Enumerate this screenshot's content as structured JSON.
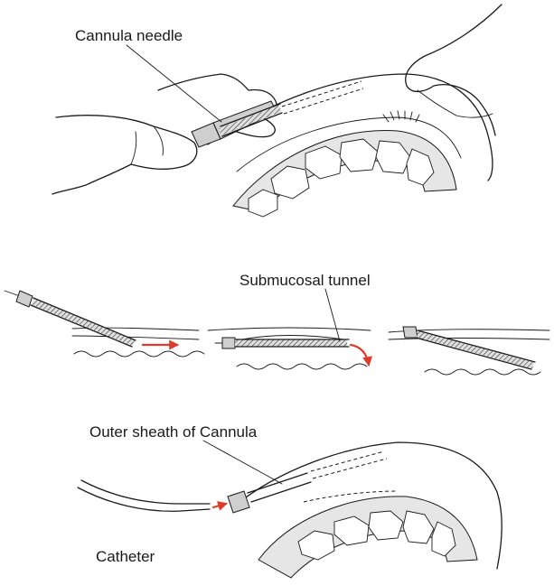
{
  "labels": {
    "cannula_needle": "Cannula needle",
    "submucosal_tunnel": "Submucosal tunnel",
    "outer_sheath": "Outer sheath of Cannula",
    "catheter": "Catheter"
  },
  "colors": {
    "ink": "#1a1a1a",
    "arrow": "#e03a2a",
    "bone_fill": "#e6e6e6",
    "needle_fill": "#cfcfcf"
  }
}
